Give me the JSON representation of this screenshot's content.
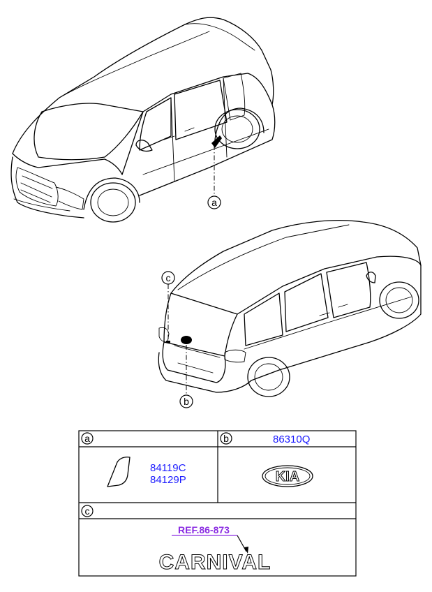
{
  "callouts": {
    "a": "a",
    "b": "b",
    "c": "c"
  },
  "table": {
    "cell_a": {
      "key": "a",
      "parts": [
        "84119C",
        "84129P"
      ]
    },
    "cell_b": {
      "key": "b",
      "part": "86310Q",
      "emblem": "KIA"
    },
    "cell_c": {
      "key": "c",
      "ref": "REF.86-873",
      "emblem": "CARNIVAL"
    }
  },
  "colors": {
    "part_text": "#1a1aff",
    "ref_text": "#8a2be2"
  }
}
